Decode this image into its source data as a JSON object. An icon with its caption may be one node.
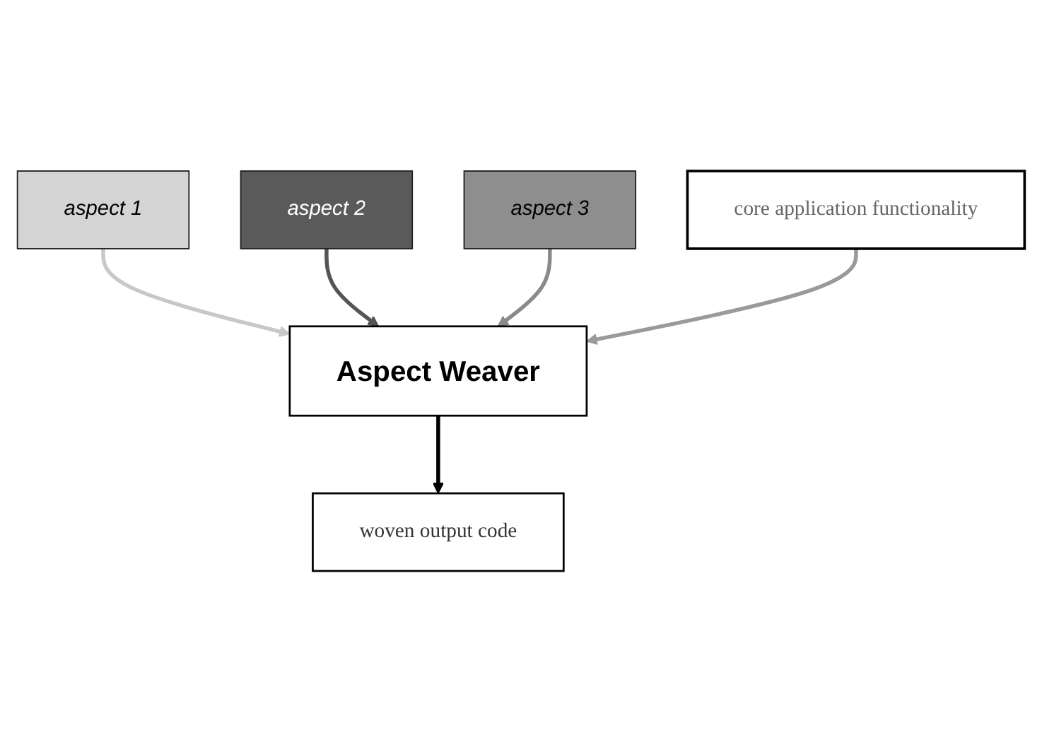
{
  "diagram": {
    "nodes": [
      {
        "text": [
          "aspect 1"
        ]
      },
      {
        "text": [
          "aspect 2"
        ]
      },
      {
        "text": [
          "aspect 3"
        ]
      },
      {
        "text": [
          "core application functionality"
        ]
      },
      {
        "text": [
          "Aspect Weaver"
        ]
      },
      {
        "text": [
          "woven output code"
        ]
      }
    ],
    "edges": [
      {
        "from": 0,
        "to": 4,
        "arrow": "to",
        "color": "#c8c8c8"
      },
      {
        "from": 1,
        "to": 4,
        "arrow": "to",
        "color": "#555555"
      },
      {
        "from": 2,
        "to": 4,
        "arrow": "to",
        "color": "#8a8a8a"
      },
      {
        "from": 3,
        "to": 4,
        "arrow": "to",
        "color": "#9a9a9a"
      },
      {
        "from": 4,
        "to": 5,
        "arrow": "to",
        "color": "#000000"
      }
    ]
  }
}
